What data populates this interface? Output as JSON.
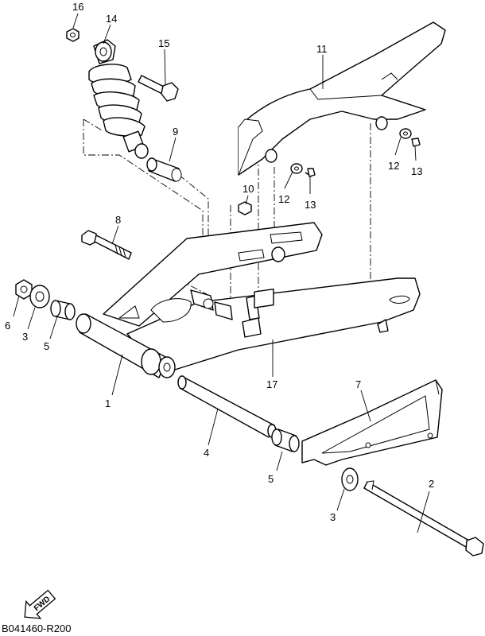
{
  "diagram_code": "B041460-R200",
  "fwd_label": "FWD",
  "callouts": {
    "n16": "16",
    "n14": "14",
    "n15": "15",
    "n11": "11",
    "n9": "9",
    "n12a": "12",
    "n13a": "13",
    "n12b": "12",
    "n13b": "13",
    "n10": "10",
    "n8": "8",
    "n6": "6",
    "n3a": "3",
    "n5a": "5",
    "n17": "17",
    "n1": "1",
    "n7": "7",
    "n4": "4",
    "n5b": "5",
    "n2": "2",
    "n3b": "3"
  }
}
